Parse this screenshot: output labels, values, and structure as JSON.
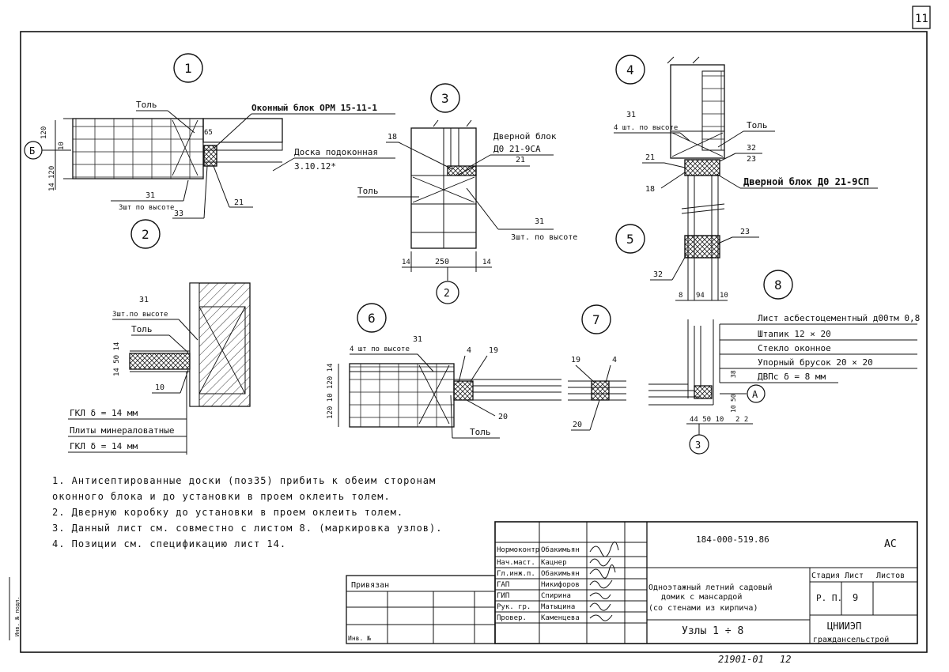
{
  "sheet_number": "11",
  "document_code": "184-000-519.86",
  "stamp": "АС",
  "archive_number": "21901-01",
  "archive_page": "12",
  "nodes": {
    "n1": "1",
    "n2": "2",
    "n3": "3",
    "n4": "4",
    "n5": "5",
    "n6": "6",
    "n7": "7",
    "n8": "8"
  },
  "axis_b": "Б",
  "axis_a": "А",
  "node1": {
    "tol": "Толь",
    "window_block": "Оконный блок ОРМ 15-11-1",
    "sill_board": "Доска подоконная",
    "sill_board_ref": "3.10.12*",
    "dim_65": "65",
    "dim_120a": "120",
    "dim_10": "10",
    "dim_120b": "120",
    "dim_14": "14",
    "pos_31": "31",
    "pcs_height": "3шт по высоте",
    "pos_33": "33",
    "pos_21": "21"
  },
  "node3": {
    "pos_18": "18",
    "door_block": "Дверной блок",
    "door_block_code": "Д0 21-9СА",
    "pos_21": "21",
    "tol": "Толь",
    "pos_31": "31",
    "pcs_height": "3шт. по высоте",
    "dim_left": "14",
    "dim_mid": "250",
    "dim_right": "14"
  },
  "node4": {
    "pos_31": "31",
    "pcs_height": "4 шт. по высоте",
    "tol": "Толь",
    "pos_32": "32",
    "pos_23": "23",
    "pos_21": "21",
    "pos_18": "18",
    "door_block": "Дверной блок Д0 21-9СП"
  },
  "node5": {
    "pos_23": "23",
    "pos_32": "32",
    "dim_8": "8",
    "dim_94": "94",
    "dim_10": "10"
  },
  "wall_detail": {
    "pos_31": "31",
    "pcs_height": "3шт.по высоте",
    "tol": "Толь",
    "dim_vertical": "14 50 14",
    "pos_10": "10",
    "layer1": "ГКЛ δ = 14 мм",
    "layer2": "Плиты минераловатные",
    "layer3": "ГКЛ δ = 14 мм"
  },
  "node6": {
    "pos_31": "31",
    "pcs_height": "4 шт по высоте",
    "pos_4": "4",
    "pos_19": "19",
    "pos_20": "20",
    "tol": "Толь",
    "dim_vertical": "120 10 120 14"
  },
  "node7": {
    "pos_19": "19",
    "pos_4": "4",
    "pos_20": "20"
  },
  "node8": {
    "legend": [
      "Лист асбестоцементный д00тм 0,8",
      "Штапик 12 × 20",
      "Стекло оконное",
      "Упорный брусок 20 × 20",
      "ДВПс δ = 8 мм"
    ],
    "dim_38": "38",
    "dim_50": "50",
    "dim_10": "10",
    "dim_bottom": "44 50 10",
    "dim_22": "2 2"
  },
  "notes": [
    "1. Антисептированные доски (поз35) прибить к обеим сторонам",
    "   оконного блока и до установки в проем оклеить толем.",
    "2. Дверную коробку до установки в проем оклеить толем.",
    "3. Данный лист см. совместно с листом 8. (маркировка узлов).",
    "4. Позиции см. спецификацию лист 14."
  ],
  "title_block": {
    "privyazan": "Привязан",
    "inv": "Инв. №",
    "roles": [
      "Нормоконтр",
      "Нач.маст.",
      "Гл.инж.п.",
      "ГАП",
      "ГИП",
      "Рук. гр.",
      "Провер."
    ],
    "names": [
      "Обакимьян",
      "Кацнер",
      "Обакимьян",
      "Никифоров",
      "Спирина",
      "Матыцина",
      "Каменцева"
    ],
    "project_title_1": "Одноэтажный летний садовый",
    "project_title_2": "домик с мансардой",
    "project_title_3": "(со стенами из кирпича)",
    "sheet_title": "Узлы 1 ÷ 8",
    "stage_label": "Стадия",
    "sheet_label": "Лист",
    "sheets_label": "Листов",
    "stage": "Р. П.",
    "sheet": "9",
    "org_1": "ЦНИИЭП",
    "org_2": "граждансельстрой"
  },
  "margin_note": "Инв. № подл."
}
